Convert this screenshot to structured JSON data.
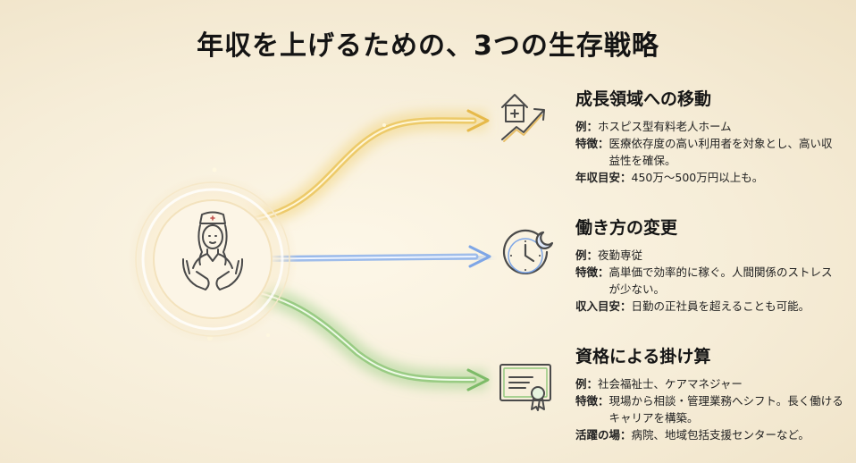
{
  "title": "年収を上げるための、3つの生存戦略",
  "center_icon": "nurse-caring-hands-icon",
  "colors": {
    "gold": "#e8c35a",
    "blue": "#8fb3ea",
    "green": "#8fc77a",
    "icon_stroke": "#4a4a4a"
  },
  "strategies": [
    {
      "icon": "hospital-growth-arrow-icon",
      "title": "成長領域への移動",
      "rows": [
        {
          "label": "例：",
          "text": "ホスピス型有料老人ホーム"
        },
        {
          "label": "特徴：",
          "text": "医療依存度の高い利用者を対象とし、高い収益性を確保。"
        },
        {
          "label": "年収目安：",
          "text": "450万〜500万円以上も。"
        }
      ]
    },
    {
      "icon": "clock-moon-icon",
      "title": "働き方の変更",
      "rows": [
        {
          "label": "例：",
          "text": "夜勤専従"
        },
        {
          "label": "特徴：",
          "text": "高単価で効率的に稼ぐ。人間関係のストレスが少ない。"
        },
        {
          "label": "収入目安：",
          "text": "日勤の正社員を超えることも可能。"
        }
      ]
    },
    {
      "icon": "certificate-icon",
      "title": "資格による掛け算",
      "rows": [
        {
          "label": "例：",
          "text": "社会福祉士、ケアマネジャー"
        },
        {
          "label": "特徴：",
          "text": "現場から相談・管理業務へシフト。長く働けるキャリアを構築。"
        },
        {
          "label": "活躍の場：",
          "text": "病院、地域包括支援センターなど。"
        }
      ]
    }
  ]
}
